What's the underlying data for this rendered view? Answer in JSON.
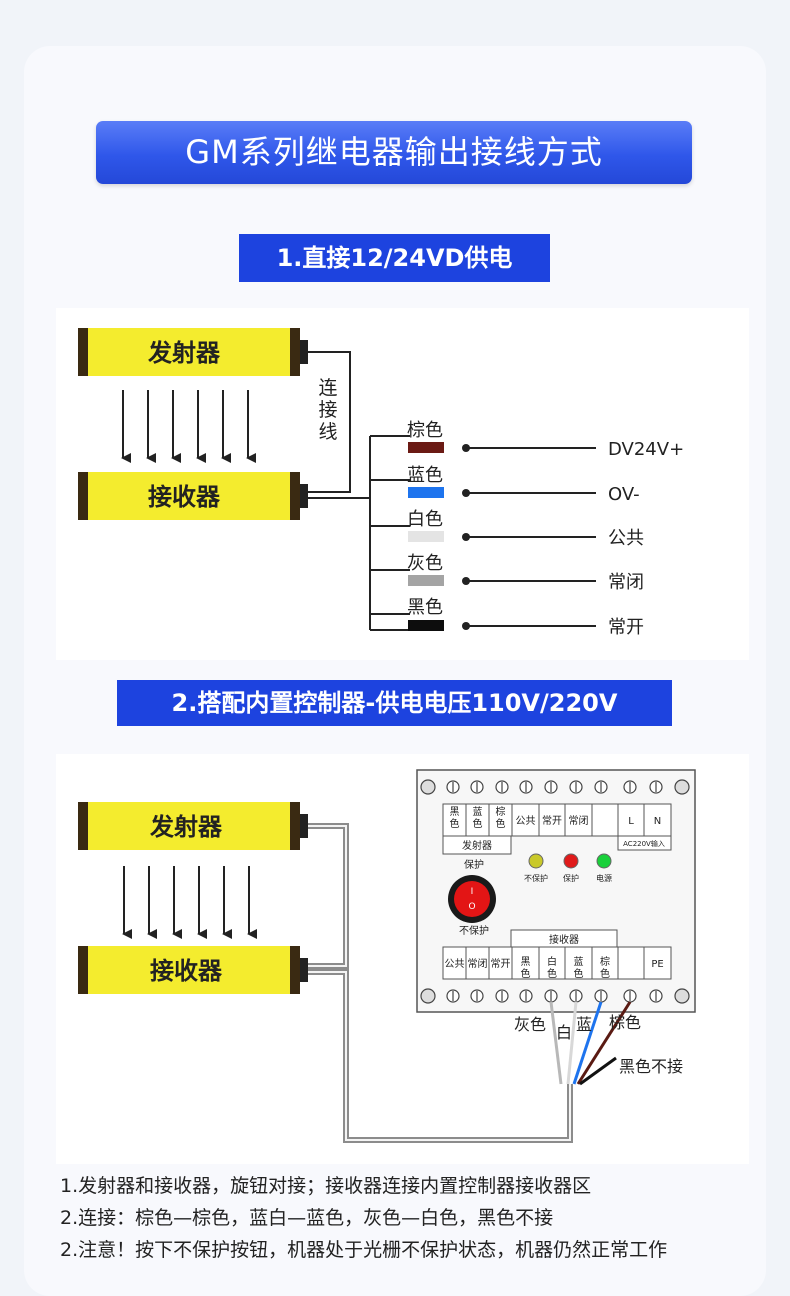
{
  "title": "GM系列继电器输出接线方式",
  "section1": {
    "label": "1.直接12/24VD供电",
    "emitter": "发射器",
    "receiver": "接收器",
    "cable_label": [
      "连",
      "接",
      "线"
    ],
    "wires": [
      {
        "color_name": "棕色",
        "color": "#6b1a14",
        "terminal": "DV24V+"
      },
      {
        "color_name": "蓝色",
        "color": "#1e74ee",
        "terminal": "OV-"
      },
      {
        "color_name": "白色",
        "color": "#e4e4e4",
        "terminal": "公共"
      },
      {
        "color_name": "灰色",
        "color": "#a4a4a4",
        "terminal": "常闭"
      },
      {
        "color_name": "黑色",
        "color": "#0d0d0d",
        "terminal": "常开"
      }
    ]
  },
  "section2": {
    "label": "2.搭配内置控制器-供电电压110V/220V",
    "emitter": "发射器",
    "receiver": "接收器",
    "controller": {
      "top_terminals": [
        "黑色",
        "蓝色",
        "棕色",
        "公共",
        "常开",
        "常闭",
        "",
        "L",
        "N"
      ],
      "emitter_label": "发射器",
      "ac_label": "AC220V输入",
      "protect_label": "保护",
      "no_protect_label": "不保护",
      "leds": [
        {
          "label": "不保护",
          "color": "#c9c92a"
        },
        {
          "label": "保护",
          "color": "#e01b1b"
        },
        {
          "label": "电源",
          "color": "#19d03a"
        }
      ],
      "switch_on": "I",
      "switch_off": "O",
      "receiver_label": "接收器",
      "bottom_terminals": [
        "公共",
        "常闭",
        "常开",
        "黑色",
        "白色",
        "蓝色",
        "棕色",
        "",
        "PE"
      ]
    },
    "wire_labels": {
      "gray": "灰色",
      "white": "白",
      "blue": "蓝",
      "brown": "棕色",
      "black": "黑色不接"
    }
  },
  "notes": [
    "1.发射器和接收器，旋钮对接；接收器连接内置控制器接收器区",
    "2.连接：棕色—棕色，蓝白—蓝色，灰色—白色，黑色不接",
    "2.注意！按下不保护按钮，机器处于光栅不保护状态，机器仍然正常工作"
  ]
}
